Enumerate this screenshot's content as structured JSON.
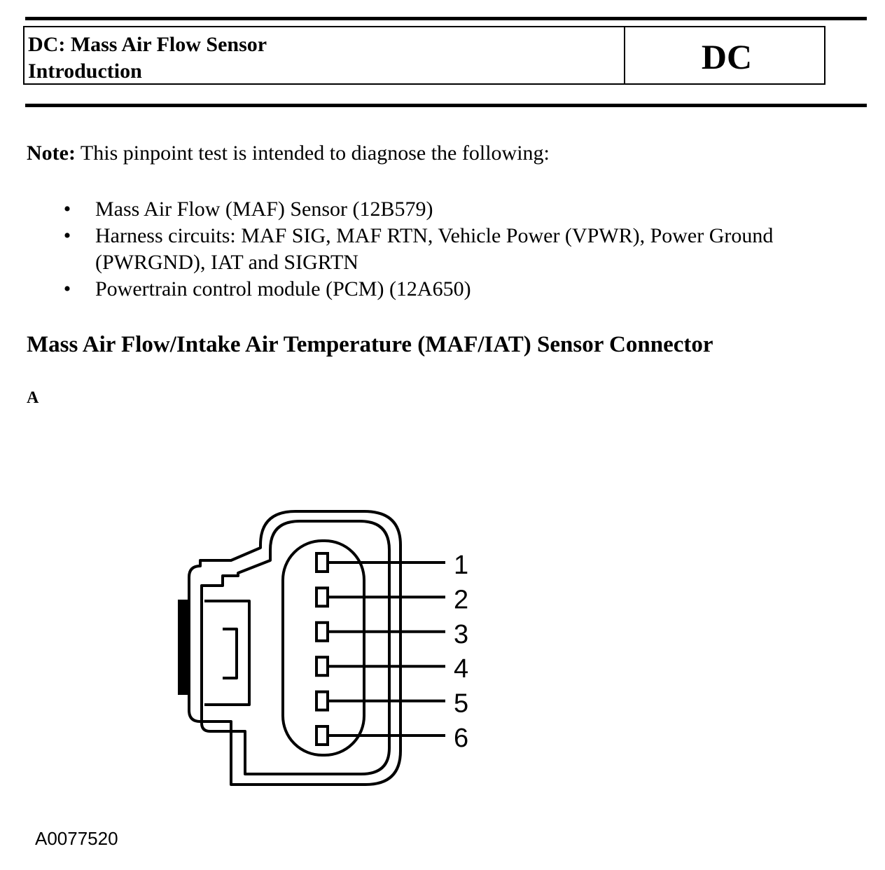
{
  "header": {
    "title_line1": "DC: Mass Air Flow Sensor",
    "title_line2": "Introduction",
    "code": "DC"
  },
  "note": {
    "label": "Note:",
    "text": " This pinpoint test is intended to diagnose the following:"
  },
  "bullets": [
    "Mass Air Flow (MAF) Sensor (12B579)",
    "Harness circuits: MAF SIG, MAF RTN, Vehicle Power (VPWR), Power Ground (PWRGND), IAT and SIGRTN",
    "Powertrain control module (PCM) (12A650)"
  ],
  "bullet_glyph": "•",
  "section_title": "Mass Air Flow/Intake Air Temperature (MAF/IAT) Sensor Connector",
  "view_label": "A",
  "connector": {
    "pins": [
      "1",
      "2",
      "3",
      "4",
      "5",
      "6"
    ]
  },
  "figure_id": "A0077520"
}
